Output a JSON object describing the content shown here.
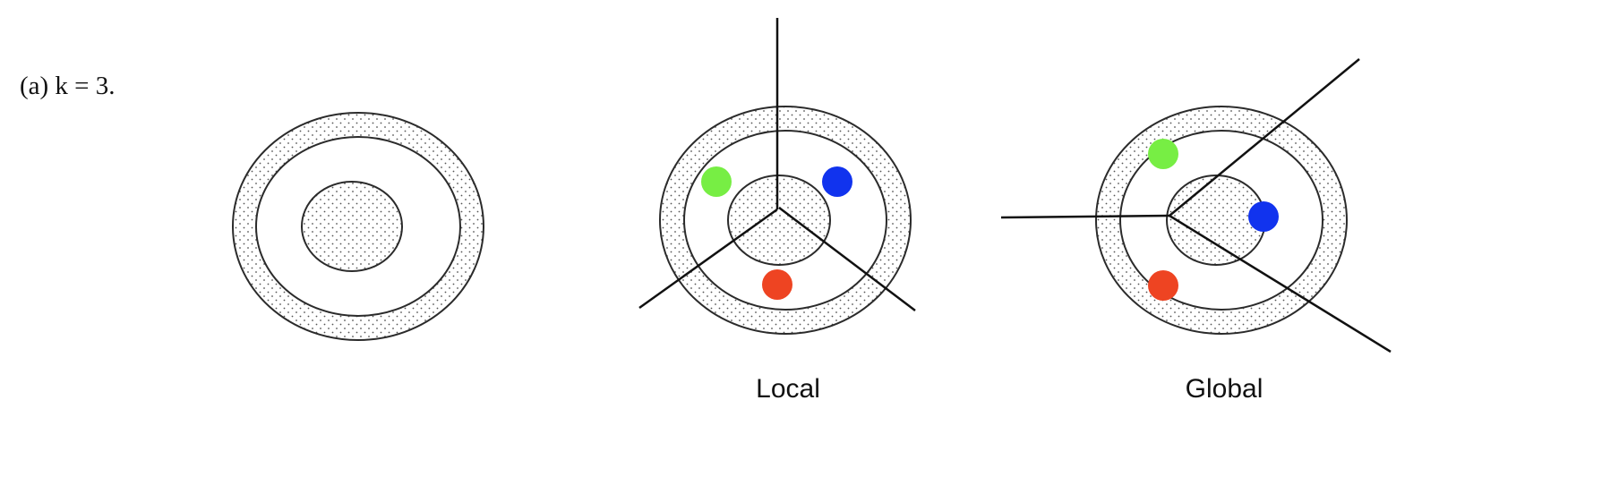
{
  "problem_label": "(a) k = 3.",
  "captions": {
    "local": "Local",
    "global": "Global"
  },
  "colors": {
    "stroke": "#2b2b2b",
    "dot_fill": "#555555",
    "centroid_green": "#77ee44",
    "centroid_blue": "#1133ee",
    "centroid_red": "#ee4422"
  },
  "diagrams": [
    {
      "name": "data-rings",
      "caption": "",
      "centroids": []
    },
    {
      "name": "local-clustering",
      "caption": "Local",
      "centroids": [
        "green",
        "blue",
        "red"
      ]
    },
    {
      "name": "global-clustering",
      "caption": "Global",
      "centroids": [
        "green",
        "blue",
        "red"
      ]
    }
  ]
}
